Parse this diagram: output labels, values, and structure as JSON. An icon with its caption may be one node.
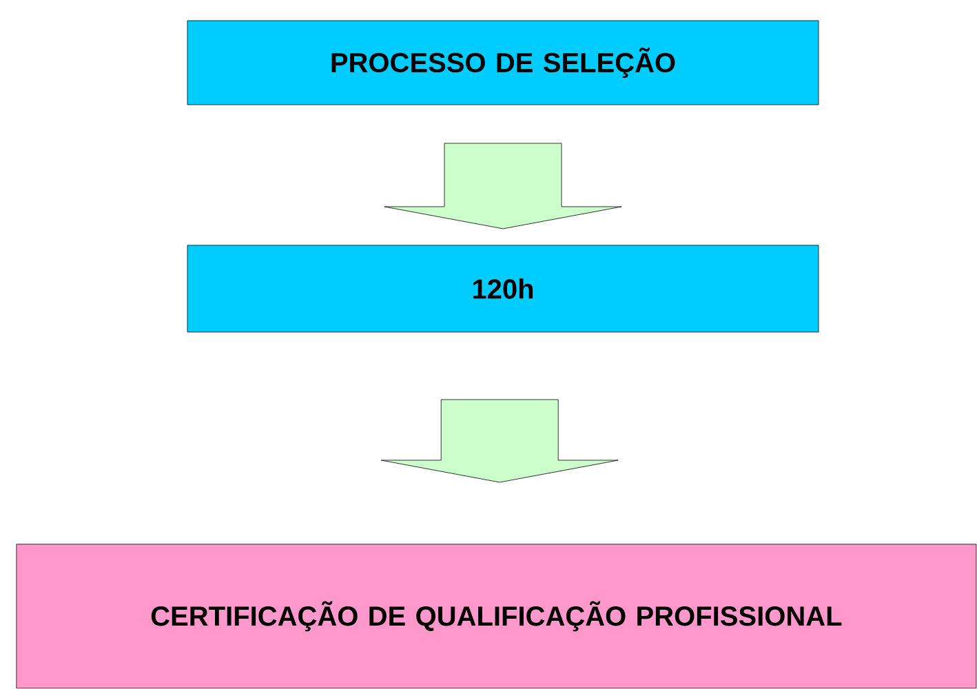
{
  "diagram": {
    "nodes": [
      {
        "text": [
          "PROCESSO DE SELEÇÃO"
        ]
      },
      {
        "text": [
          "120h"
        ]
      },
      {
        "text": [
          "CERTIFICAÇÃO DE QUALIFICAÇÃO PROFISSIONAL"
        ]
      }
    ],
    "edges": [
      {
        "from": 0,
        "to": 1,
        "arrow": "to"
      },
      {
        "from": 1,
        "to": 2,
        "arrow": "to"
      }
    ]
  }
}
